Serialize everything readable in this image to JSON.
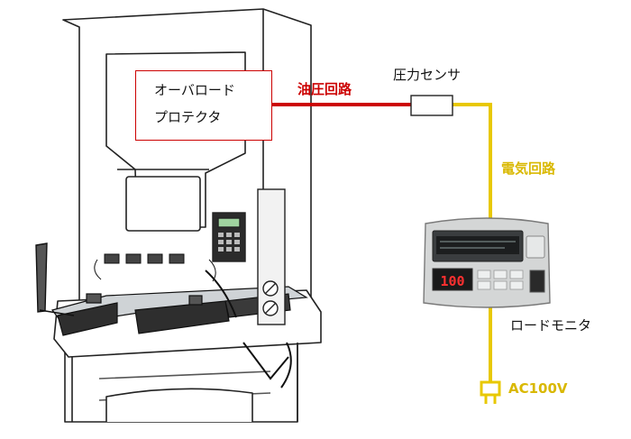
{
  "labels": {
    "overload_protector_line1": "オーバロード",
    "overload_protector_line2": "プロテクタ",
    "hydraulic_circuit": "油圧回路",
    "pressure_sensor": "圧力センサ",
    "electric_circuit": "電気回路",
    "load_monitor": "ロードモニタ",
    "power": "AC100V"
  },
  "monitor_display": {
    "readout": "100"
  },
  "colors": {
    "hydraulic_line": "#cc0000",
    "electric_line": "#e8c800",
    "readout": "#ff3030"
  }
}
